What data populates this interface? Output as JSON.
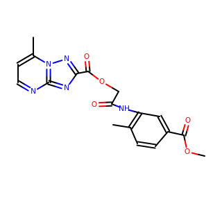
{
  "colors": {
    "carbon": "#000000",
    "nitrogen": "#0000ff",
    "oxygen": "#ff0000",
    "background": "#ffffff"
  },
  "atoms": [
    {
      "id": "c_methyl_tl",
      "label": "",
      "element": "C"
    },
    {
      "id": "c_tri_top",
      "label": "",
      "element": "C"
    },
    {
      "id": "n1",
      "label": "N",
      "element": "N"
    },
    {
      "id": "n_bridge",
      "label": "N",
      "element": "N"
    },
    {
      "id": "n_tri2",
      "label": "N",
      "element": "N"
    },
    {
      "id": "c_tri_c2",
      "label": "",
      "element": "C"
    },
    {
      "id": "c_ester1",
      "label": "",
      "element": "C"
    },
    {
      "id": "o_carbonyl1",
      "label": "O",
      "element": "O"
    },
    {
      "id": "o_ester1",
      "label": "O",
      "element": "O"
    },
    {
      "id": "c_ch2",
      "label": "",
      "element": "C"
    },
    {
      "id": "c_amide",
      "label": "",
      "element": "C"
    },
    {
      "id": "o_amide",
      "label": "O",
      "element": "O"
    },
    {
      "id": "n_amide",
      "label": "NH",
      "element": "N"
    },
    {
      "id": "c_ring_left",
      "label": "",
      "element": "C"
    },
    {
      "id": "c_tri_c3a",
      "label": "",
      "element": "C"
    },
    {
      "id": "n_pyr_a",
      "label": "N",
      "element": "N"
    },
    {
      "id": "c_pyr_b",
      "label": "",
      "element": "C"
    },
    {
      "id": "c_pyr_c",
      "label": "",
      "element": "C"
    },
    {
      "id": "n_tri3",
      "label": "N",
      "element": "N"
    },
    {
      "id": "c_ar1",
      "label": "",
      "element": "C"
    },
    {
      "id": "c_ar2",
      "label": "",
      "element": "C"
    },
    {
      "id": "c_ar3",
      "label": "",
      "element": "C"
    },
    {
      "id": "c_ar4",
      "label": "",
      "element": "C"
    },
    {
      "id": "c_ar5",
      "label": "",
      "element": "C"
    },
    {
      "id": "c_ar6",
      "label": "",
      "element": "C"
    },
    {
      "id": "c_methyl_ar",
      "label": "",
      "element": "C"
    },
    {
      "id": "c_ester2",
      "label": "",
      "element": "C"
    },
    {
      "id": "o_carbonyl2",
      "label": "O",
      "element": "O"
    },
    {
      "id": "o_ester2",
      "label": "O",
      "element": "O"
    },
    {
      "id": "c_methoxy",
      "label": "",
      "element": "C"
    }
  ]
}
